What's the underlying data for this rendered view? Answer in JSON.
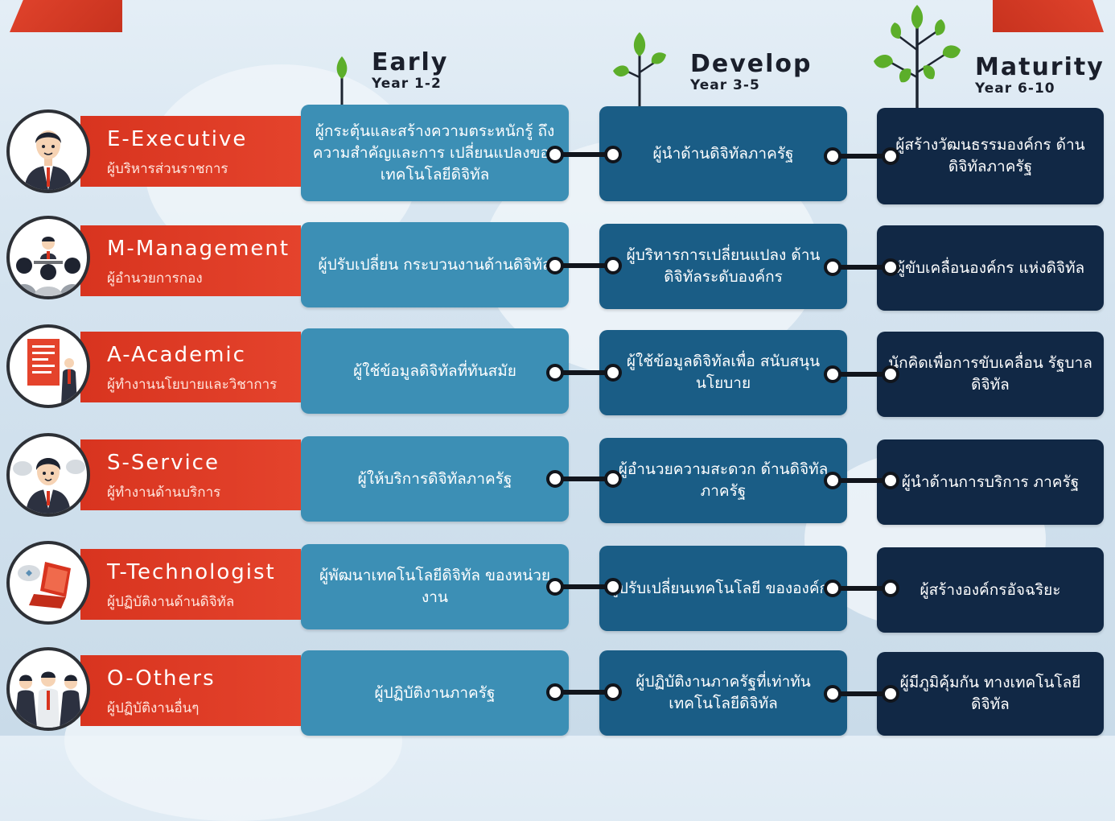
{
  "stages": [
    {
      "title": "Early",
      "sub": "Year 1-2"
    },
    {
      "title": "Develop",
      "sub": "Year 3-5"
    },
    {
      "title": "Maturity",
      "sub": "Year 6-10"
    }
  ],
  "rows": [
    {
      "role": "E-Executive",
      "role_sub": "ผู้บริหารส่วนราชการ",
      "avatar_icon": "executive-person-icon",
      "early": "ผู้กระตุ้นและสร้างความตระหนักรู้ ถึงความสำคัญและการ เปลี่ยนแปลงของเทคโนโลยีดิจิทัล",
      "develop": "ผู้นำด้านดิจิทัลภาครัฐ",
      "maturity": "ผู้สร้างวัฒนธรรมองค์กร ด้านดิจิทัลภาครัฐ"
    },
    {
      "role": "M-Management",
      "role_sub": "ผู้อำนวยการกอง",
      "avatar_icon": "meeting-group-icon",
      "early": "ผู้ปรับเปลี่ยน กระบวนงานด้านดิจิทัล",
      "develop": "ผู้บริหารการเปลี่ยนแปลง ด้านดิจิทัลระดับองค์กร",
      "maturity": "ผู้ขับเคลื่อนองค์กร แห่งดิจิทัล"
    },
    {
      "role": "A-Academic",
      "role_sub": "ผู้ทำงานนโยบายและวิชาการ",
      "avatar_icon": "document-presenter-icon",
      "early": "ผู้ใช้ข้อมูลดิจิทัลที่ทันสมัย",
      "develop": "ผู้ใช้ข้อมูลดิจิทัลเพื่อ สนับสนุนนโยบาย",
      "maturity": "นักคิดเพื่อการขับเคลื่อน รัฐบาลดิจิทัล"
    },
    {
      "role": "S-Service",
      "role_sub": "ผู้ทำงานด้านบริการ",
      "avatar_icon": "service-staff-icon",
      "early": "ผู้ให้บริการดิจิทัลภาครัฐ",
      "develop": "ผู้อำนวยความสะดวก ด้านดิจิทัลภาครัฐ",
      "maturity": "ผู้นำด้านการบริการ ภาครัฐ"
    },
    {
      "role": "T-Technologist",
      "role_sub": "ผู้ปฏิบัติงานด้านดิจิทัล",
      "avatar_icon": "laptop-icon",
      "early": "ผู้พัฒนาเทคโนโลยีดิจิทัล ของหน่วยงาน",
      "develop": "ผู้ปรับเปลี่ยนเทคโนโลยี ขององค์กร",
      "maturity": "ผู้สร้างองค์กรอัจฉริยะ"
    },
    {
      "role": "O-Others",
      "role_sub": "ผู้ปฏิบัติงานอื่นๆ",
      "avatar_icon": "staff-group-icon",
      "early": "ผู้ปฏิบัติงานภาครัฐ",
      "develop": "ผู้ปฏิบัติงานภาครัฐที่เท่าทัน เทคโนโลยีดิจิทัล",
      "maturity": "ผู้มีภูมิคุ้มกัน ทางเทคโนโลยีดิจิทัล"
    }
  ]
}
